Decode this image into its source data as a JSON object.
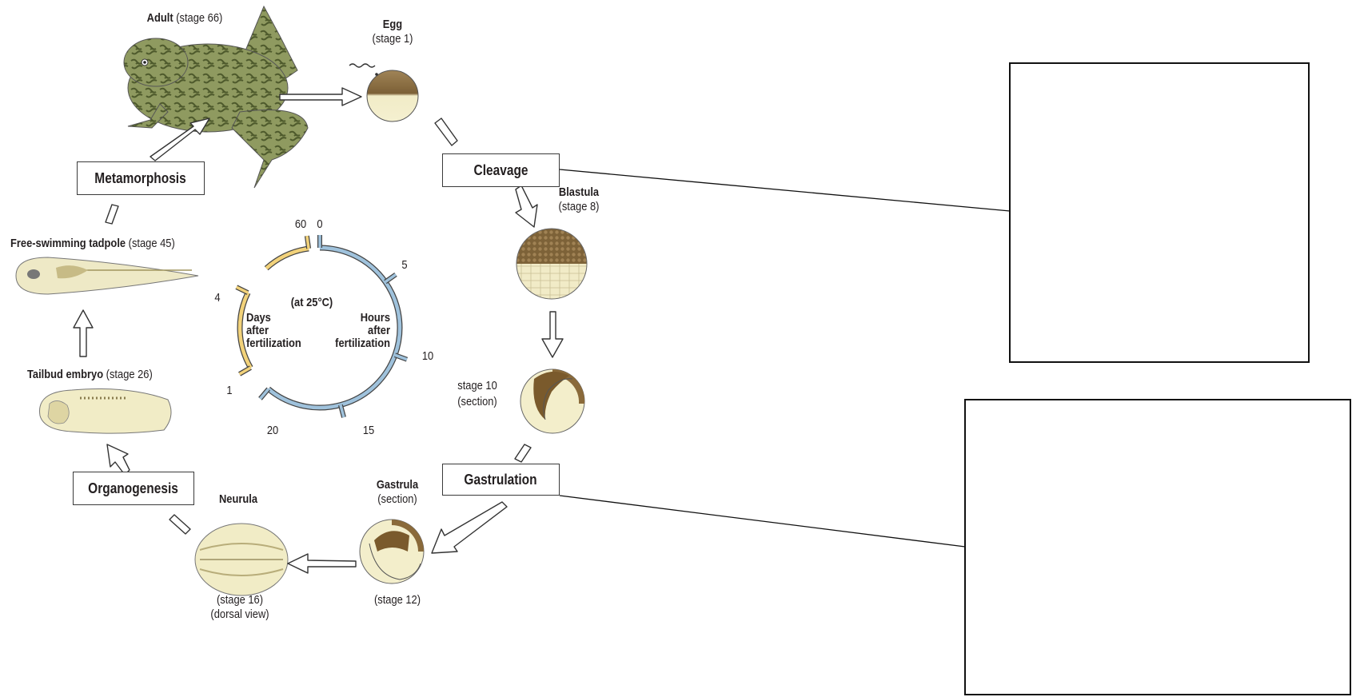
{
  "stages": {
    "adult": {
      "name": "Adult",
      "stage": "(stage 66)"
    },
    "egg": {
      "name": "Egg",
      "stage": "(stage 1)"
    },
    "blastula": {
      "name": "Blastula",
      "stage": "(stage 8)"
    },
    "stage10": {
      "line1": "stage 10",
      "line2": "(section)"
    },
    "gastrula": {
      "name": "Gastrula",
      "line2": "(section)",
      "stage": "(stage 12)"
    },
    "neurula": {
      "name": "Neurula",
      "stage": "(stage 16)",
      "view": "(dorsal view)"
    },
    "tailbud": {
      "name": "Tailbud embryo",
      "stage": "(stage 26)"
    },
    "tadpole": {
      "name": "Free-swimming tadpole",
      "stage": "(stage 45)"
    }
  },
  "processes": {
    "cleavage": "Cleavage",
    "gastrulation": "Gastrulation",
    "organogenesis": "Organogenesis",
    "metamorphosis": "Metamorphosis"
  },
  "clock": {
    "center": "(at 25°C)",
    "hours_label": [
      "Hours",
      "after",
      "fertilization"
    ],
    "days_label": [
      "Days",
      "after",
      "fertilization"
    ],
    "hour_ticks": [
      "0",
      "5",
      "10",
      "15",
      "20"
    ],
    "day_ticks": [
      "60",
      "4",
      "1"
    ],
    "colors": {
      "hours": "#9fc2dc",
      "days": "#f2d27a"
    }
  },
  "colors": {
    "frog": "#8f9a60",
    "yolk": "#f4efcb",
    "pigment": "#8a6a3a",
    "arrow_fill": "#ffffff",
    "outline": "#333333"
  }
}
